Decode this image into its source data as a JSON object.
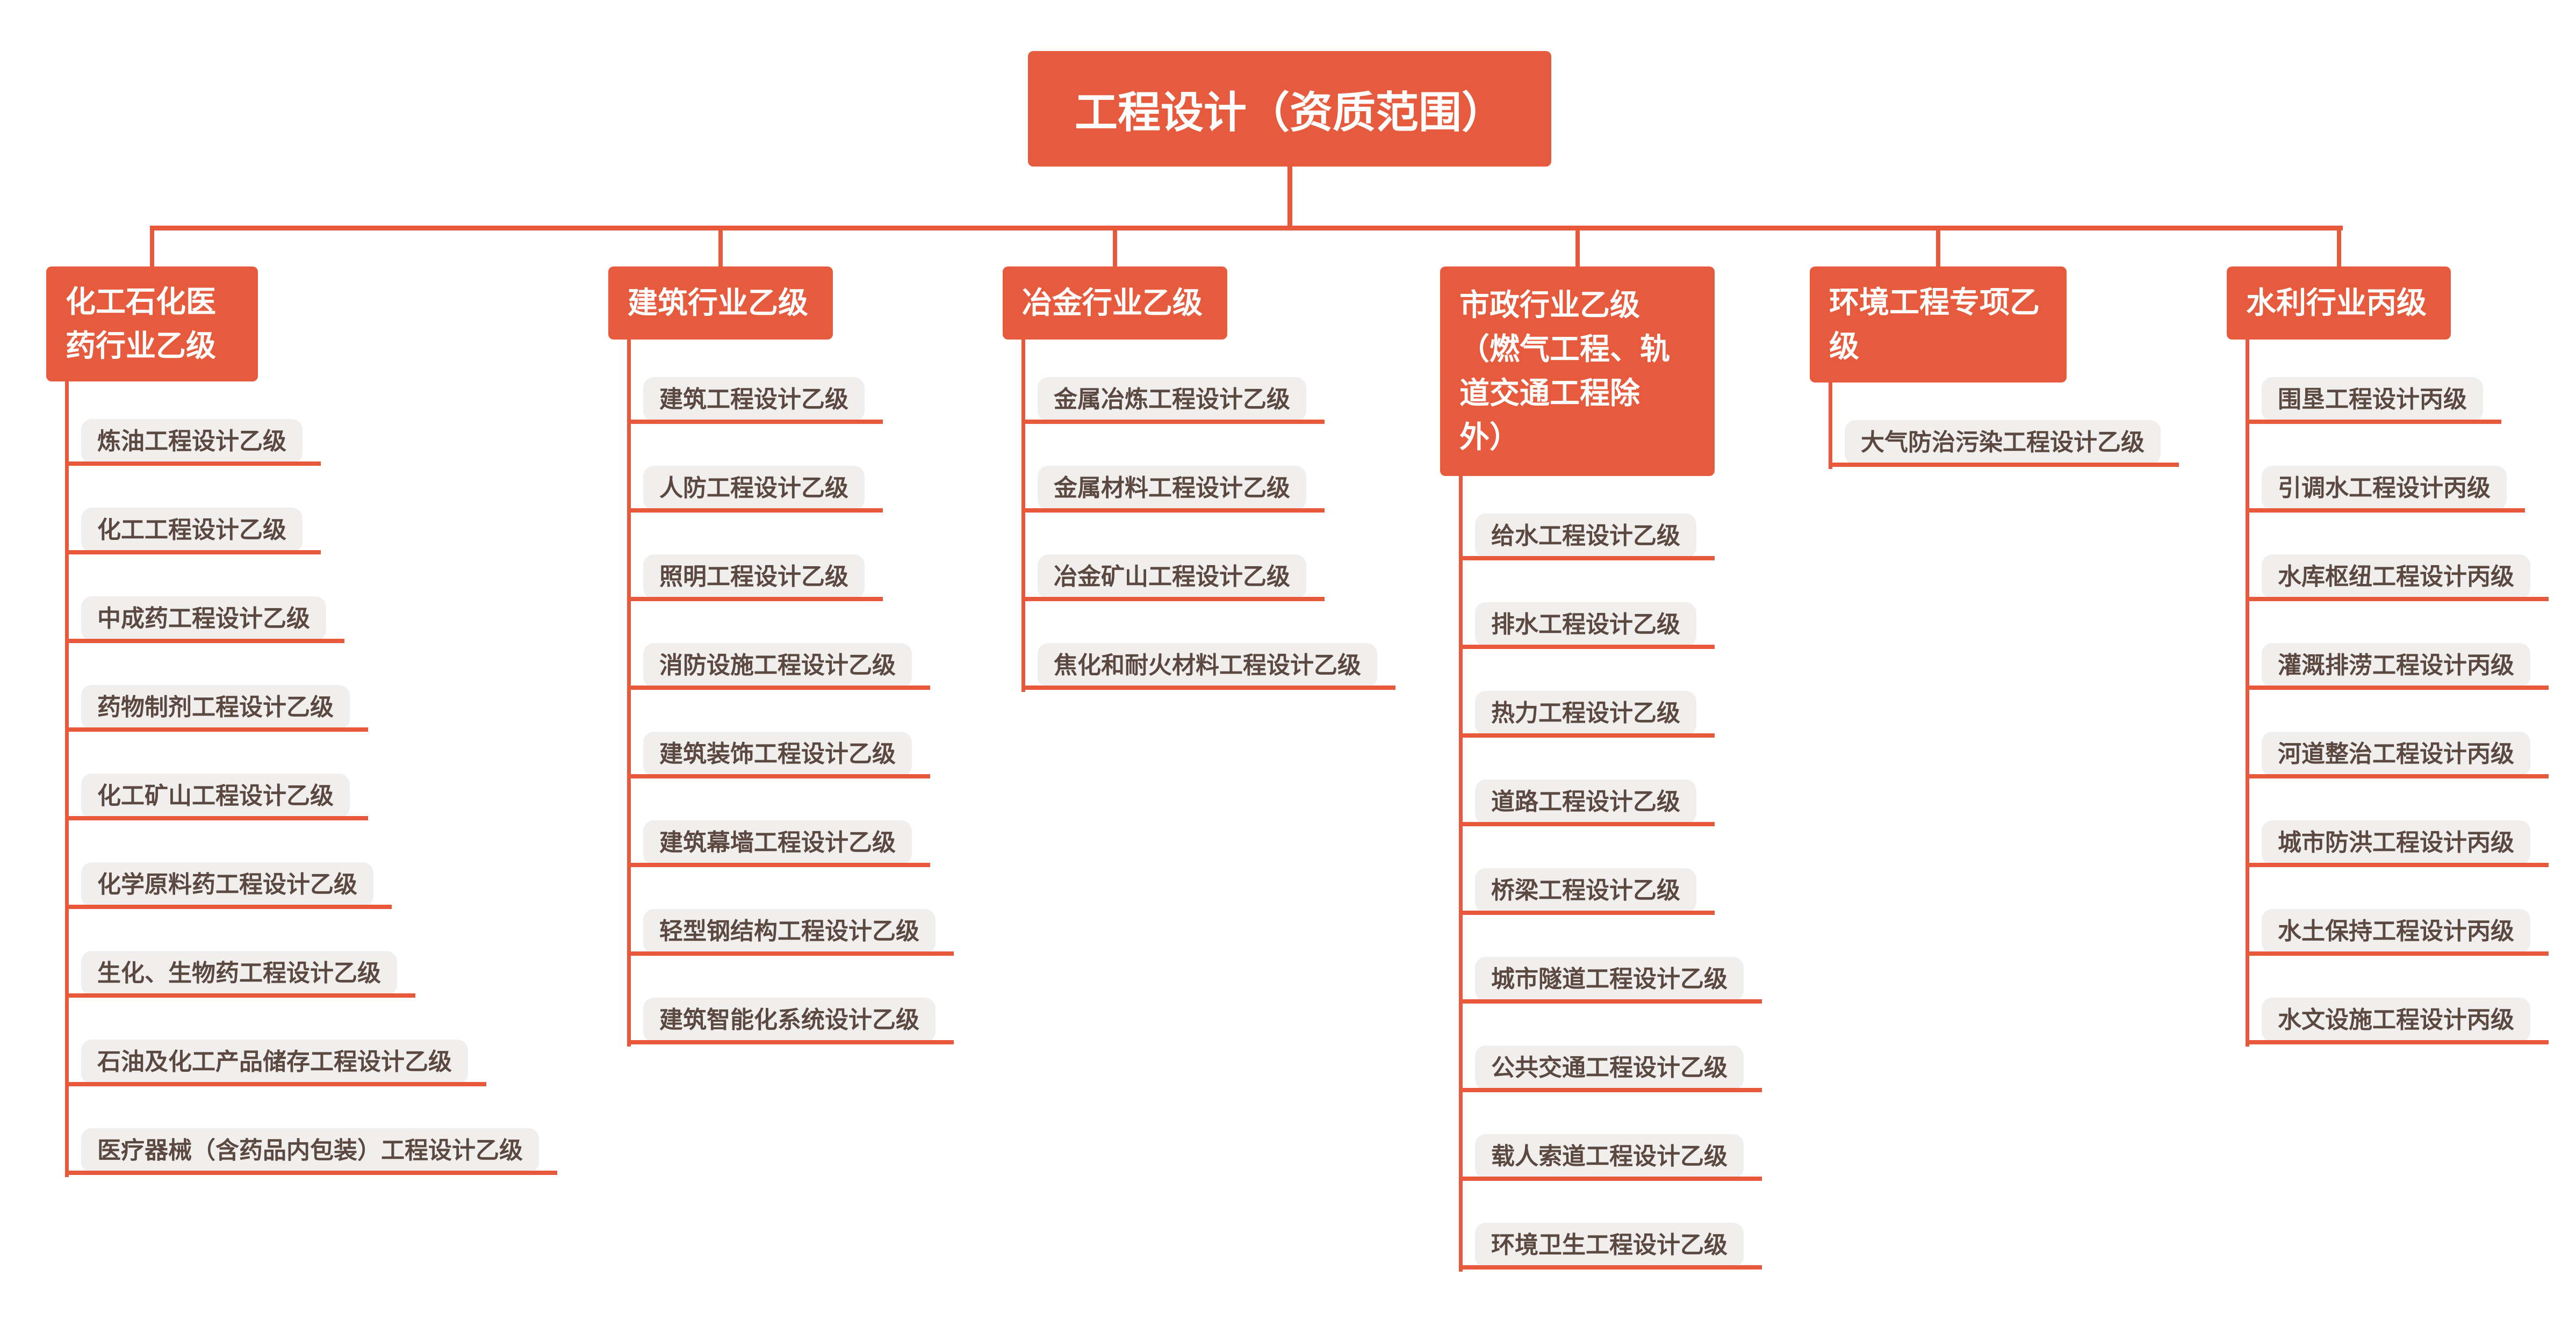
{
  "colors": {
    "accent": "#E65B3D",
    "line": "#E8583B",
    "item_bg": "#F0EFEE",
    "item_text": "#5B4840",
    "header_text": "#FFFFFF",
    "background": "#FFFFFF"
  },
  "tree": {
    "root": "工程设计（资质范围）",
    "branches": [
      {
        "label": "化工石化医\n药行业乙级",
        "items": [
          "炼油工程设计乙级",
          "化工工程设计乙级",
          "中成药工程设计乙级",
          "药物制剂工程设计乙级",
          "化工矿山工程设计乙级",
          "化学原料药工程设计乙级",
          "生化、生物药工程设计乙级",
          "石油及化工产品储存工程设计乙级",
          "医疗器械（含药品内包装）工程设计乙级"
        ]
      },
      {
        "label": "建筑行业乙级",
        "items": [
          "建筑工程设计乙级",
          "人防工程设计乙级",
          "照明工程设计乙级",
          "消防设施工程设计乙级",
          "建筑装饰工程设计乙级",
          "建筑幕墙工程设计乙级",
          "轻型钢结构工程设计乙级",
          "建筑智能化系统设计乙级"
        ]
      },
      {
        "label": "冶金行业乙级",
        "items": [
          "金属冶炼工程设计乙级",
          "金属材料工程设计乙级",
          "冶金矿山工程设计乙级",
          "焦化和耐火材料工程设计乙级"
        ]
      },
      {
        "label": "市政行业乙级\n（燃气工程、轨\n道交通工程除\n外）",
        "items": [
          "给水工程设计乙级",
          "排水工程设计乙级",
          "热力工程设计乙级",
          "道路工程设计乙级",
          "桥梁工程设计乙级",
          "城市隧道工程设计乙级",
          "公共交通工程设计乙级",
          "载人索道工程设计乙级",
          "环境卫生工程设计乙级"
        ]
      },
      {
        "label": "环境工程专项乙\n级",
        "items": [
          "大气防治污染工程设计乙级"
        ]
      },
      {
        "label": "水利行业丙级",
        "items": [
          "围垦工程设计丙级",
          "引调水工程设计丙级",
          "水库枢纽工程设计丙级",
          "灌溉排涝工程设计丙级",
          "河道整治工程设计丙级",
          "城市防洪工程设计丙级",
          "水土保持工程设计丙级",
          "水文设施工程设计丙级"
        ]
      }
    ]
  }
}
